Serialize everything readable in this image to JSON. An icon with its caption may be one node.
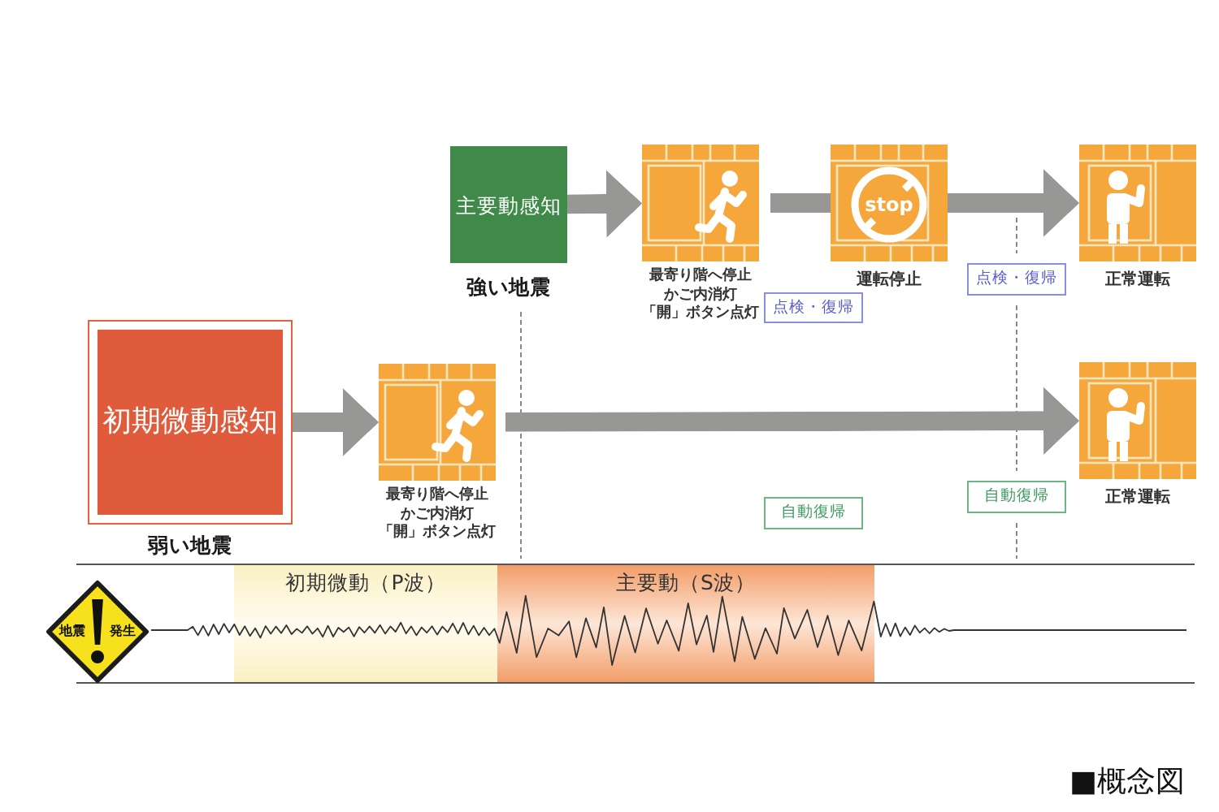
{
  "diagram": {
    "caption": "■概念図",
    "nodes": [
      {
        "text": [
          "主要動感知"
        ],
        "beside": [
          "強い地震"
        ]
      },
      {
        "text": [],
        "shape": "picture",
        "beside": [
          "最寄り階へ停止",
          "かご内消灯",
          "「開」ボタン点灯"
        ]
      },
      {
        "text": [
          "stop"
        ],
        "beside": [
          "運転停止"
        ]
      },
      {
        "text": [],
        "shape": "picture",
        "beside": [
          "正常運転"
        ]
      },
      {
        "text": [
          "点検・復帰"
        ]
      },
      {
        "text": [
          "点検・復帰"
        ]
      },
      {
        "text": [
          "初期微動感知"
        ],
        "beside": [
          "弱い地震"
        ]
      },
      {
        "text": [],
        "shape": "picture",
        "beside": [
          "最寄り階へ停止",
          "かご内消灯",
          "「開」ボタン点灯"
        ]
      },
      {
        "text": [],
        "shape": "picture",
        "beside": [
          "正常運転"
        ]
      },
      {
        "text": [
          "自動復帰"
        ]
      },
      {
        "text": [
          "自動復帰"
        ]
      },
      {
        "text": [
          "地震",
          "発生"
        ]
      },
      {
        "text": [
          "初期微動（P波）"
        ]
      },
      {
        "text": [
          "主要動（S波）"
        ]
      }
    ],
    "edges": [
      {
        "from": 0,
        "to": 1,
        "arrow": "to"
      },
      {
        "from": 1,
        "to": 2,
        "arrow": "none"
      },
      {
        "from": 2,
        "to": 3,
        "arrow": "to"
      },
      {
        "from": 6,
        "to": 7,
        "arrow": "to"
      },
      {
        "from": 7,
        "to": 8,
        "arrow": "to"
      }
    ]
  }
}
